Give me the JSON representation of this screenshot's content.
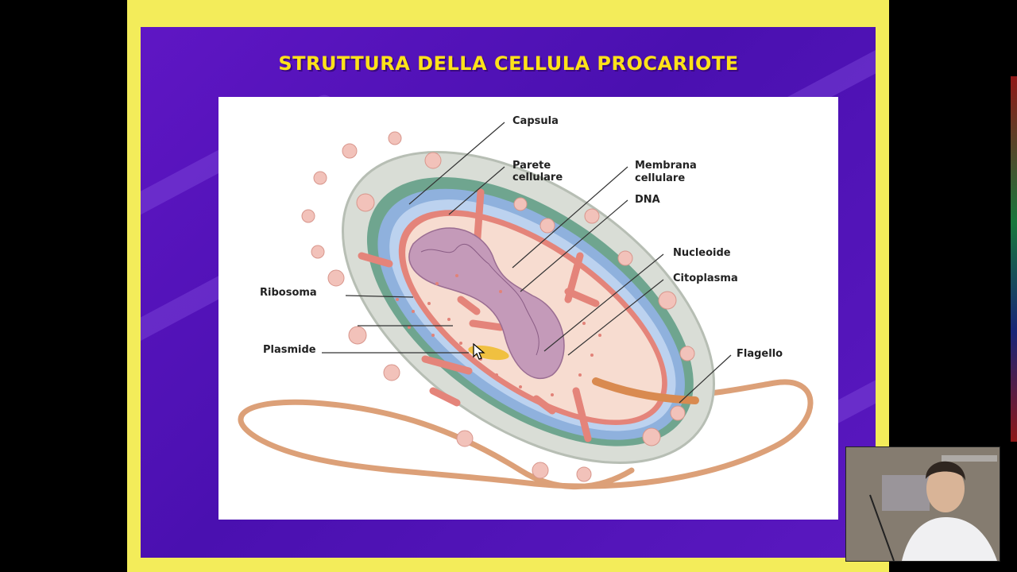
{
  "slide": {
    "title": "STRUTTURA DELLA CELLULA PROCARIOTE"
  },
  "diagram": {
    "labels": {
      "capsula": "Capsula",
      "parete_l1": "Parete",
      "parete_l2": "cellulare",
      "membrana_l1": "Membrana",
      "membrana_l2": "cellulare",
      "dna": "DNA",
      "nucleoide": "Nucleoide",
      "citoplasma": "Citoplasma",
      "flagello": "Flagello",
      "ribosoma": "Ribosoma",
      "plasmide": "Plasmide"
    }
  },
  "colors": {
    "frame": "#f3ec5a",
    "slide_bg": "#5012b8",
    "title": "#ffe21a",
    "capsule": "#d8ddd4",
    "wall_blue": "#8fb1dd",
    "membrane": "#e88878",
    "cytoplasm": "#f7dcd0",
    "nucleoid": "#c59ab8",
    "flagellum": "#e0a278"
  },
  "icons": {
    "cursor": "arrow-cursor-icon",
    "webcam": "presenter-webcam"
  }
}
